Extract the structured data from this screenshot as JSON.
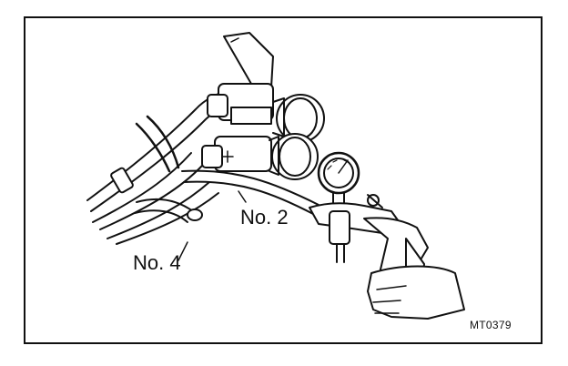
{
  "labels": {
    "hose_no2": "No. 2",
    "hose_no4": "No. 4",
    "figure_code": "MT0379"
  },
  "colors": {
    "ink": "#111111",
    "paper": "#ffffff"
  }
}
